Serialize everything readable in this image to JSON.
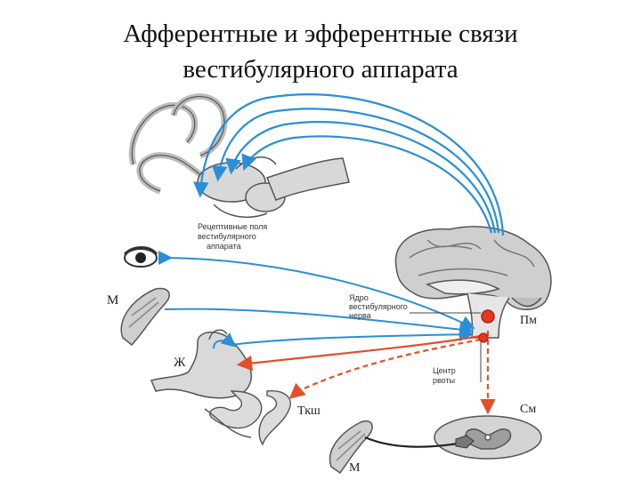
{
  "title": {
    "line1": "Афферентные и эфферентные связи",
    "line2": "вестибулярного аппарата"
  },
  "labels": {
    "receptive_fields": [
      "Рецептивные поля",
      "вестибулярного",
      "аппарата"
    ],
    "nucleus": [
      "Ядро",
      "вестибулярного",
      "нерва"
    ],
    "vomit_center": [
      "Центр",
      "рвоты"
    ],
    "m_top": "М",
    "zh": "Ж",
    "tkshch": "Ткш",
    "pm": "Пм",
    "sm": "См",
    "m_bottom": "М"
  },
  "colors": {
    "afferent": "#2a8fd6",
    "efferent": "#e0502a",
    "nucleus": "#e8361e",
    "anatomy_stroke": "#555555",
    "anatomy_fill": "#d8d8d8"
  }
}
